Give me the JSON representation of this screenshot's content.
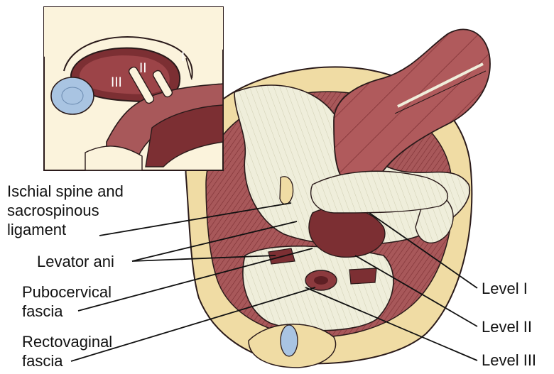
{
  "labels": {
    "ischial": [
      "Ischial spine and",
      "sacrospinous",
      "ligament"
    ],
    "levator": [
      "Levator ani"
    ],
    "pubocervical": [
      "Pubocervical",
      "fascia"
    ],
    "rectovaginal": [
      "Rectovaginal",
      "fascia"
    ],
    "level1": [
      "Level I"
    ],
    "level2": [
      "Level II"
    ],
    "level3": [
      "Level III"
    ]
  },
  "inset_numerals": [
    "I",
    "II",
    "III"
  ],
  "colors": {
    "muscle": "#a8585a",
    "muscle_dark": "#7c2f33",
    "colon": "#b05a5c",
    "fascia": "#efeedb",
    "bone": "#f0dca4",
    "outline": "#2a1a1a",
    "bladder": "#a9c4e2",
    "ink": "#111111"
  }
}
